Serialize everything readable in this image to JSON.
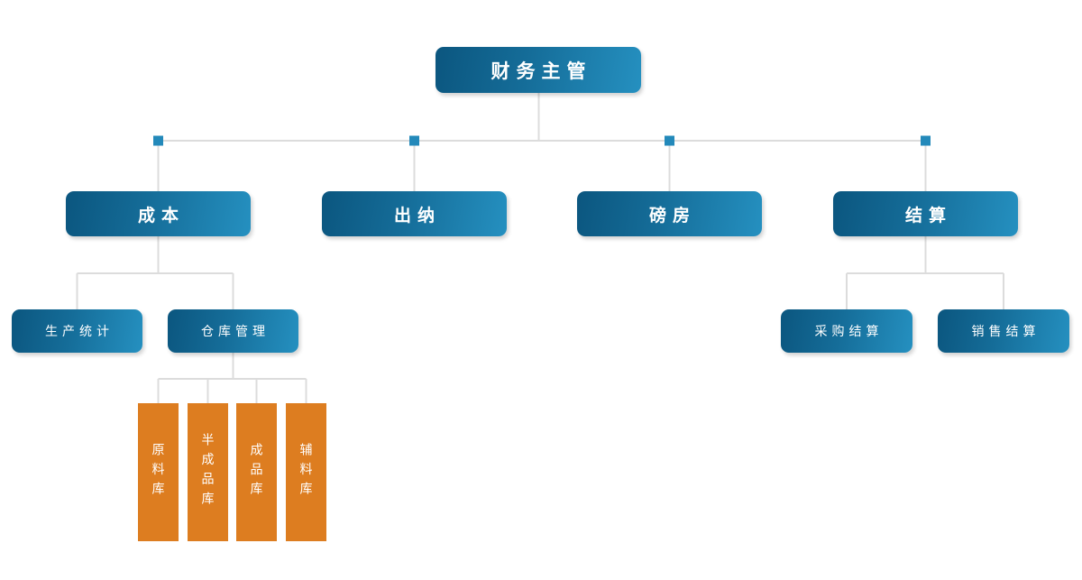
{
  "org_chart": {
    "type": "org-tree",
    "root": {
      "label": "财务主管"
    },
    "departments": [
      {
        "label": "成本"
      },
      {
        "label": "出纳"
      },
      {
        "label": "磅房"
      },
      {
        "label": "结算"
      }
    ],
    "cost_children": [
      {
        "label": "生产统计"
      },
      {
        "label": "仓库管理"
      }
    ],
    "warehouse_children": [
      {
        "label": "原料库"
      },
      {
        "label": "半成品库"
      },
      {
        "label": "成品库"
      },
      {
        "label": "辅料库"
      }
    ],
    "settlement_children": [
      {
        "label": "采购结算"
      },
      {
        "label": "销售结算"
      }
    ]
  },
  "colors": {
    "node_blue_dark": "#0b567f",
    "node_blue_light": "#2590c0",
    "node_orange": "#dd7d20",
    "connector_gray": "#dcdcdc",
    "junction_marker_blue": "#2389ba",
    "node_text": "#ffffff",
    "background": "#ffffff"
  }
}
